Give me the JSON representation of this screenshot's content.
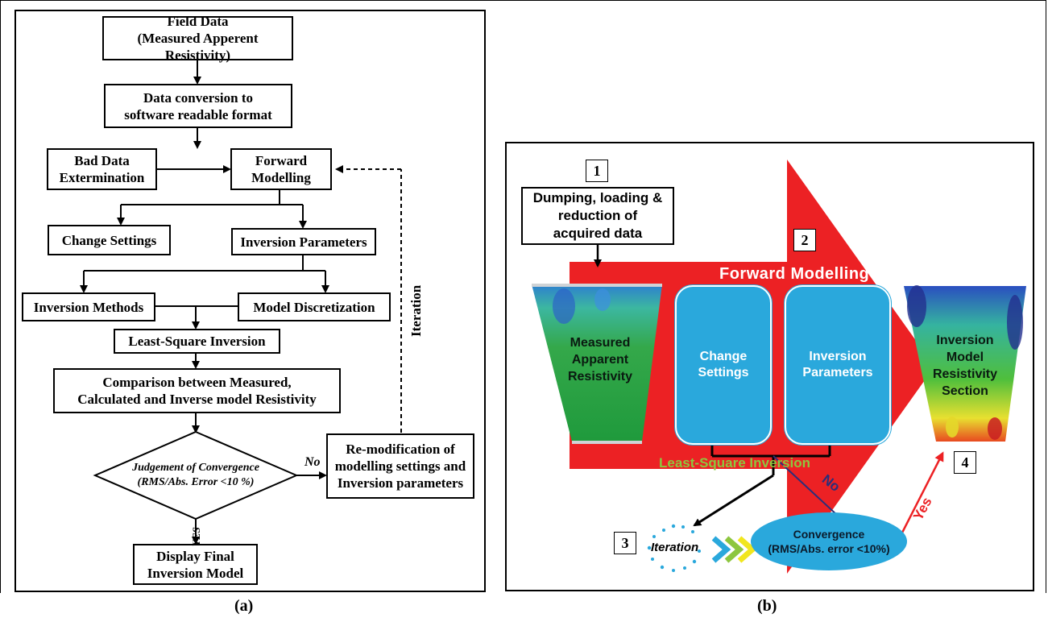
{
  "panel_a": {
    "field_data": "Field Data",
    "field_data_sub": "(Measured Apperent Resistivity)",
    "conversion_1": "Data conversion to",
    "conversion_2": "software readable format",
    "bad_data_1": "Bad Data",
    "bad_data_2": "Extermination",
    "forward_1": "Forward",
    "forward_2": "Modelling",
    "change_settings": "Change Settings",
    "inversion_parameters": "Inversion Parameters",
    "inversion_methods": "Inversion Methods",
    "model_discretization": "Model Discretization",
    "least_square": "Least-Square Inversion",
    "comparison_1": "Comparison between Measured,",
    "comparison_2": "Calculated and Inverse model Resistivity",
    "judgement_1": "Judgement of Convergence",
    "judgement_2": "(RMS/Abs. Error <10 %)",
    "remod_1": "Re-modification of",
    "remod_2": "modelling settings and",
    "remod_3": "Inversion parameters",
    "display_1": "Display Final",
    "display_2": "Inversion Model",
    "no_label": "No",
    "yes_label": "YES",
    "iteration_label": "Iteration",
    "caption": "(a)"
  },
  "panel_b": {
    "num1": "1",
    "num2": "2",
    "num3": "3",
    "num4": "4",
    "dumping_1": "Dumping, loading &",
    "dumping_2": "reduction of",
    "dumping_3": "acquired data",
    "forward_modelling": "Forward Modelling",
    "measured_1": "Measured",
    "measured_2": "Apparent",
    "measured_3": "Resistivity",
    "change_1": "Change",
    "change_2": "Settings",
    "inv_params_1": "Inversion",
    "inv_params_2": "Parameters",
    "inv_model_1": "Inversion",
    "inv_model_2": "Model",
    "inv_model_3": "Resistivity",
    "inv_model_4": "Section",
    "least_square": "Least-Square Inversion",
    "no_label": "No",
    "yes_label": "Yes",
    "iteration": "Iteration",
    "convergence_1": "Convergence",
    "convergence_2": "(RMS/Abs. error <10%)",
    "caption": "(b)"
  },
  "colors": {
    "arrow_red": "#ec2124",
    "box_blue": "#2aa8dc",
    "least_square_green": "#8dc63f",
    "no_navy": "#2b2f7a"
  }
}
